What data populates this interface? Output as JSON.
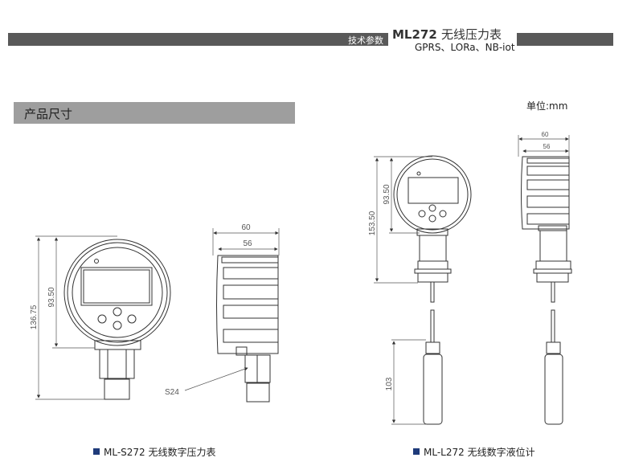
{
  "header": {
    "section_tag": "技术参数",
    "model": "ML272",
    "product_name": "无线压力表",
    "protocols": "GPRS、LORa、NB-iot"
  },
  "section": {
    "title": "产品尺寸",
    "unit": "单位:mm"
  },
  "drawing_s272": {
    "height_total": "136.75",
    "height_body": "93.50",
    "width_outer": "60",
    "width_inner": "56",
    "wrench": "S24",
    "caption": "ML-S272 无线数字压力表"
  },
  "drawing_l272": {
    "height_total": "153.50",
    "height_body": "93.50",
    "probe_length": "103",
    "width_outer": "60",
    "width_inner": "56",
    "caption": "ML-L272 无线数字液位计"
  },
  "colors": {
    "header_bar": "#595959",
    "section_bar": "#9e9e9e",
    "caption_marker": "#1f3b7a"
  }
}
